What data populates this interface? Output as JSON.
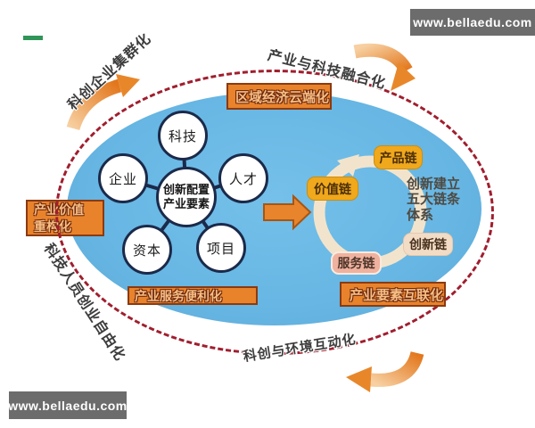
{
  "watermarks": {
    "top_right": "www.bellaedu.com",
    "bottom_left": "www.bellaedu.com"
  },
  "colors": {
    "blue_ellipse": "#67B6E3",
    "dashed_ring": "#A01E2E",
    "orange_box_bg": "#E8832C",
    "orange_box_border": "#8B3A10",
    "orange_box_text": "#F7BE82",
    "gold_chip_bg": "#F0A81C",
    "pink_chip_bg": "#EFB29F",
    "cream_chip_bg": "#F3DCC6",
    "flow_ring": "#F2E4CC",
    "arrow_orange": "#E8872A",
    "green_dash": "#2F9558"
  },
  "outer_labels": {
    "top_left": "科创企业集群化",
    "top_right": "产业与科技融合化",
    "bottom_left": "科技人员创业自由化",
    "bottom": "科创与环境互动化"
  },
  "orange_boxes": {
    "cloud": "区域经济云端化",
    "restructure": "产业价值\n重构化",
    "service": "产业服务便利化",
    "interconnect": "产业要素互联化"
  },
  "hub": {
    "center": "创新配置\n产业要素",
    "nodes": [
      {
        "label": "科技"
      },
      {
        "label": "企业"
      },
      {
        "label": "人才"
      },
      {
        "label": "资本"
      },
      {
        "label": "项目"
      }
    ]
  },
  "chains": {
    "product": "产品链",
    "value": "价值链",
    "innovation": "创新链",
    "service": "服务链",
    "note": "创新建立\n五大链条\n体系"
  }
}
